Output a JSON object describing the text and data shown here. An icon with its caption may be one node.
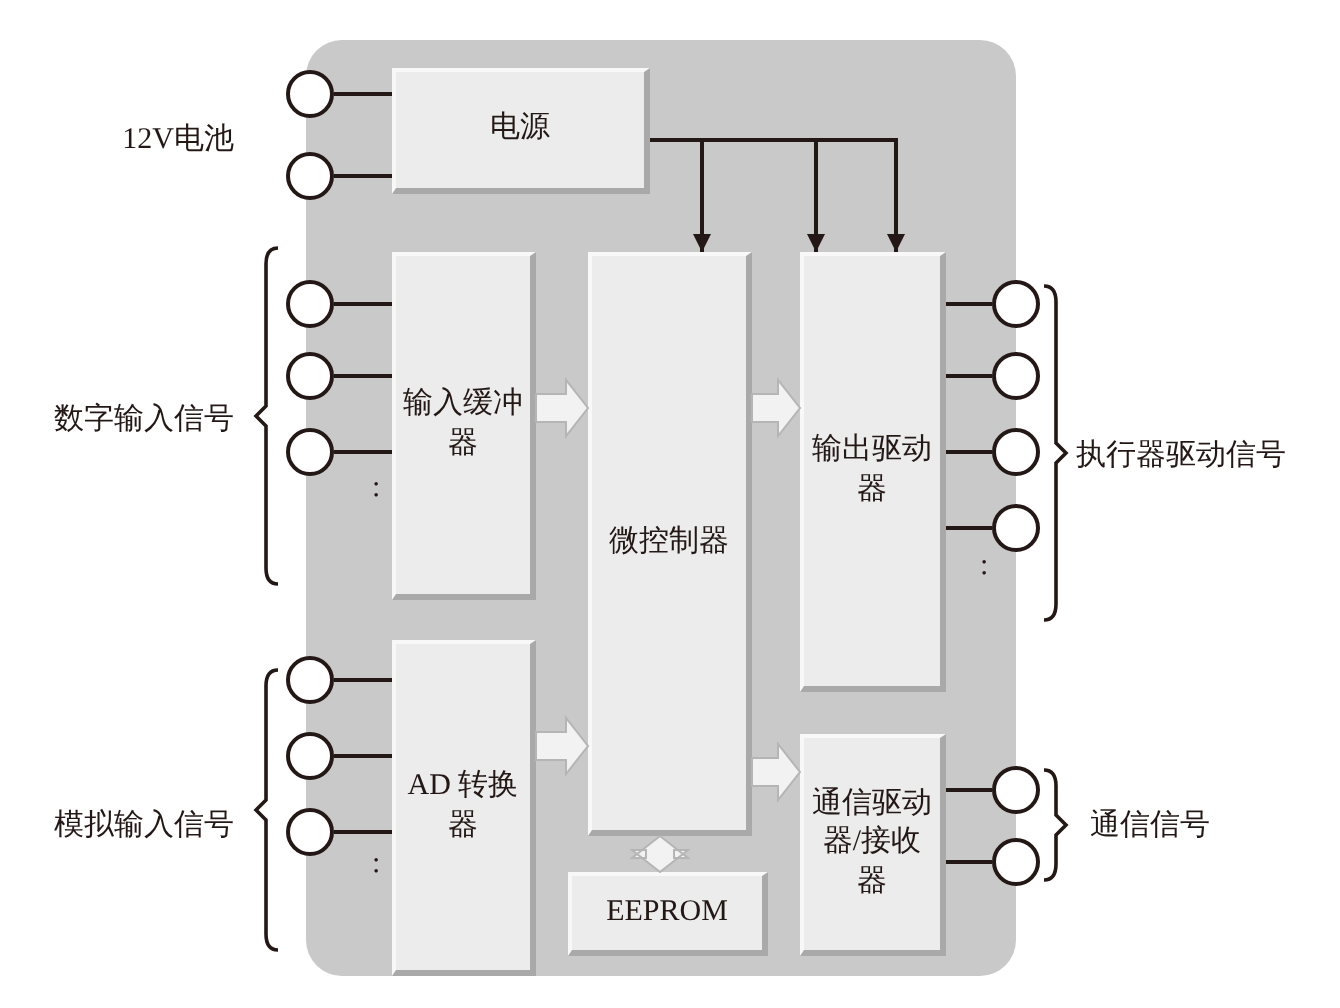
{
  "diagram": {
    "nodes": [
      {
        "text": [],
        "shape": "box"
      },
      {
        "text": [
          "电源"
        ],
        "in": 0
      },
      {
        "text": [
          "输入缓冲器"
        ],
        "in": 0
      },
      {
        "text": [
          "微控制器"
        ],
        "in": 0
      },
      {
        "text": [
          "输出驱动器"
        ],
        "in": 0
      },
      {
        "text": [
          "AD 转换器"
        ],
        "in": 0
      },
      {
        "text": [
          "EEPROM"
        ],
        "in": 0
      },
      {
        "text": [
          "通信驱动器/接收器"
        ],
        "in": 0
      },
      {
        "text": [],
        "shape": "circle"
      },
      {
        "text": [],
        "shape": "circle"
      },
      {
        "text": [],
        "shape": "circle"
      },
      {
        "text": [],
        "shape": "circle"
      },
      {
        "text": [],
        "shape": "circle"
      },
      {
        "text": [],
        "shape": "circle"
      },
      {
        "text": [],
        "shape": "circle"
      },
      {
        "text": [],
        "shape": "circle"
      },
      {
        "text": [],
        "shape": "circle"
      },
      {
        "text": [],
        "shape": "circle"
      },
      {
        "text": [],
        "shape": "circle"
      },
      {
        "text": [],
        "shape": "circle"
      },
      {
        "text": [],
        "shape": "circle"
      },
      {
        "text": [],
        "shape": "circle"
      }
    ],
    "edges": [
      {
        "from": 8,
        "to": 1,
        "arrow": "none"
      },
      {
        "from": 9,
        "to": 1,
        "arrow": "none"
      },
      {
        "from": 10,
        "to": 2,
        "arrow": "none"
      },
      {
        "from": 11,
        "to": 2,
        "arrow": "none"
      },
      {
        "from": 12,
        "to": 2,
        "arrow": "none"
      },
      {
        "from": 13,
        "to": 5,
        "arrow": "none"
      },
      {
        "from": 14,
        "to": 5,
        "arrow": "none"
      },
      {
        "from": 15,
        "to": 5,
        "arrow": "none"
      },
      {
        "from": 4,
        "to": 16,
        "arrow": "none"
      },
      {
        "from": 4,
        "to": 17,
        "arrow": "none"
      },
      {
        "from": 4,
        "to": 18,
        "arrow": "none"
      },
      {
        "from": 4,
        "to": 19,
        "arrow": "none"
      },
      {
        "from": 7,
        "to": 20,
        "arrow": "none"
      },
      {
        "from": 7,
        "to": 21,
        "arrow": "none"
      },
      {
        "from": 1,
        "to": 3,
        "arrow": "to"
      },
      {
        "from": 1,
        "to": 4,
        "arrow": "to"
      },
      {
        "from": 1,
        "to": 4,
        "arrow": "to"
      },
      {
        "from": 2,
        "to": 3,
        "arrow": "to",
        "style": "thick"
      },
      {
        "from": 5,
        "to": 3,
        "arrow": "to",
        "style": "thick"
      },
      {
        "from": 3,
        "to": 4,
        "arrow": "to",
        "style": "thick"
      },
      {
        "from": 3,
        "to": 7,
        "arrow": "to",
        "style": "thick"
      },
      {
        "from": 3,
        "to": 6,
        "arrow": "both",
        "style": "thick"
      }
    ],
    "labels": [
      "12V电池",
      "数字输入信号",
      "执行器驱动信号",
      ":",
      ":",
      "模拟输入信号",
      "通信信号",
      ":"
    ]
  }
}
